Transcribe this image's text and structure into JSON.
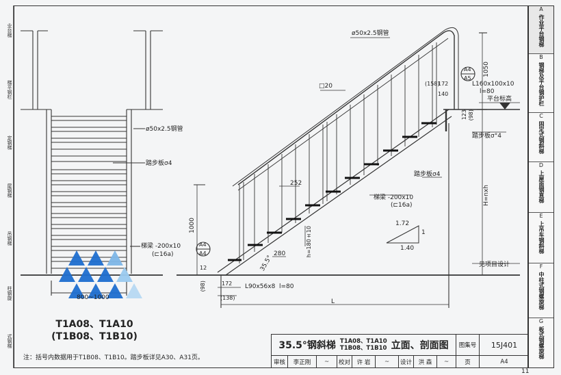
{
  "sidebar": {
    "tabs": [
      {
        "letter": "A",
        "title": "作业平台钢梯"
      },
      {
        "letter": "B",
        "title": "钢梯及平台钢护栏"
      },
      {
        "letter": "C",
        "title": "固定式钢斜梯"
      },
      {
        "letter": "D",
        "title": "上屋面钢直梯"
      },
      {
        "letter": "E",
        "title": "上吊车钢斜梯"
      },
      {
        "letter": "F",
        "title": "中柱式钢螺旋梯"
      },
      {
        "letter": "G",
        "title": "板式钢螺旋梯"
      }
    ]
  },
  "left_sidebar": [
    "业台梯",
    "梯平钢栏",
    "定钢梯",
    "屋钢梯",
    "吊钢梯",
    "柱钢旋",
    "式钢梯"
  ],
  "left_view": {
    "pipe_label": "ø50x2.5钢管",
    "tread_label": "踏步板σ4",
    "stringer_label": "梯梁 -200x10",
    "stringer_sub": "(⊏16a)",
    "width_label": "800~1000"
  },
  "right_view": {
    "pipe_label": "ø50x2.5钢管",
    "post_label": "□20",
    "angle_label": "L160x100x10",
    "angle_len": "l=80",
    "platform_label": "平台标高",
    "tread_label_top": "踏步板σ°4",
    "tread_label": "踏步板σ4",
    "stringer_label": "梯梁 -200x10",
    "stringer_sub": "(⊏16a)",
    "dim_1050": "1050",
    "dim_1000": "1000",
    "dim_252": "252",
    "dim_280": "280",
    "dim_158": "(158)",
    "dim_172_top": "172",
    "dim_140": "140",
    "dim_123": "123",
    "dim_98_top": "(98)",
    "dim_h": "h=180±10",
    "dim_H": "H=nxh",
    "dim_L": "L",
    "dim_172": "172",
    "dim_138": "(138)",
    "dim_12": "12",
    "dim_98": "(98)",
    "angle_bottom": "L90x56x8",
    "angle_bottom_len": "l=80",
    "angle_deg": "35.5°",
    "ratio_top": "1.72",
    "ratio_side": "1",
    "ratio_bottom": "1.40",
    "ref_label": "见项目设计",
    "detail_a4": "A4",
    "detail_a5": "A5",
    "detail_a4_sheet": "A4",
    "detail_a5_sheet": "A5"
  },
  "caption": {
    "line1": "T1A08、T1A10",
    "line2": "(T1B08、T1B10)"
  },
  "note": "注：括号内数据用于T1B08、T1B10。踏步板详见A30、A31页。",
  "title_block": {
    "title": "35.5°钢斜梯",
    "codes_top": "T1A08、T1A10",
    "codes_bottom": "T1B08、T1B10",
    "title_suffix": "立面、剖面图",
    "atlas_label": "图集号",
    "atlas_no": "15J401",
    "review_label": "审核",
    "reviewer": "李正刚",
    "check_label": "校对",
    "checker": "许 岩",
    "design_label": "设计",
    "designer": "洪 森",
    "page_label": "页",
    "page_no": "A4"
  },
  "page_number": "11"
}
